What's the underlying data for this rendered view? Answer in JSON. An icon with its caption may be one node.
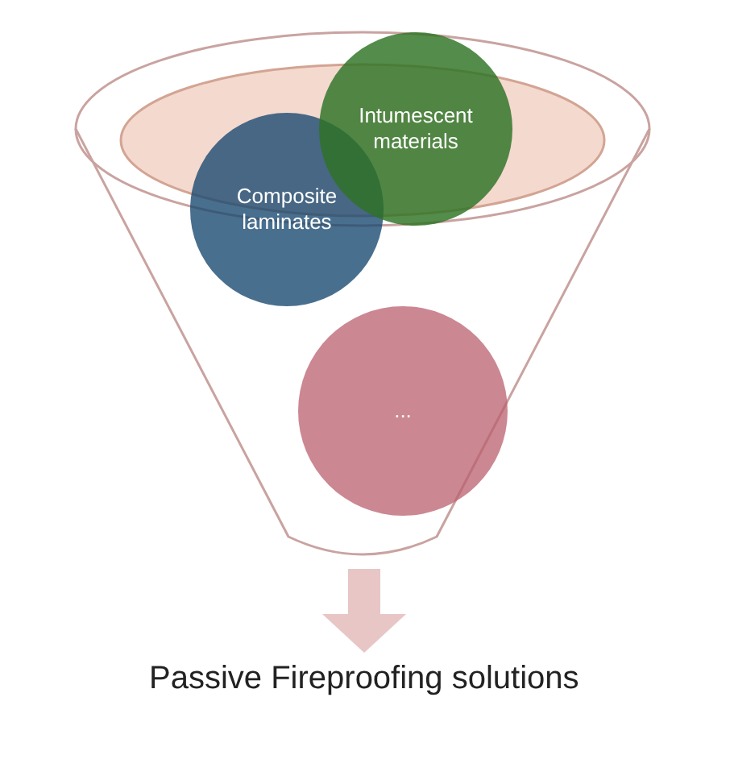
{
  "diagram": {
    "nodes": [
      {
        "text": [],
        "shape": "funnel"
      },
      {
        "text": [
          "Composite laminates"
        ],
        "in": 0
      },
      {
        "text": [
          "Intumescent materials"
        ],
        "in": 0
      },
      {
        "text": [
          "..."
        ],
        "in": 0
      },
      {
        "text": [
          "Passive Fireproofing solutions"
        ]
      }
    ],
    "edges": [
      {
        "from": 0,
        "to": 4,
        "arrow": "to"
      }
    ]
  }
}
